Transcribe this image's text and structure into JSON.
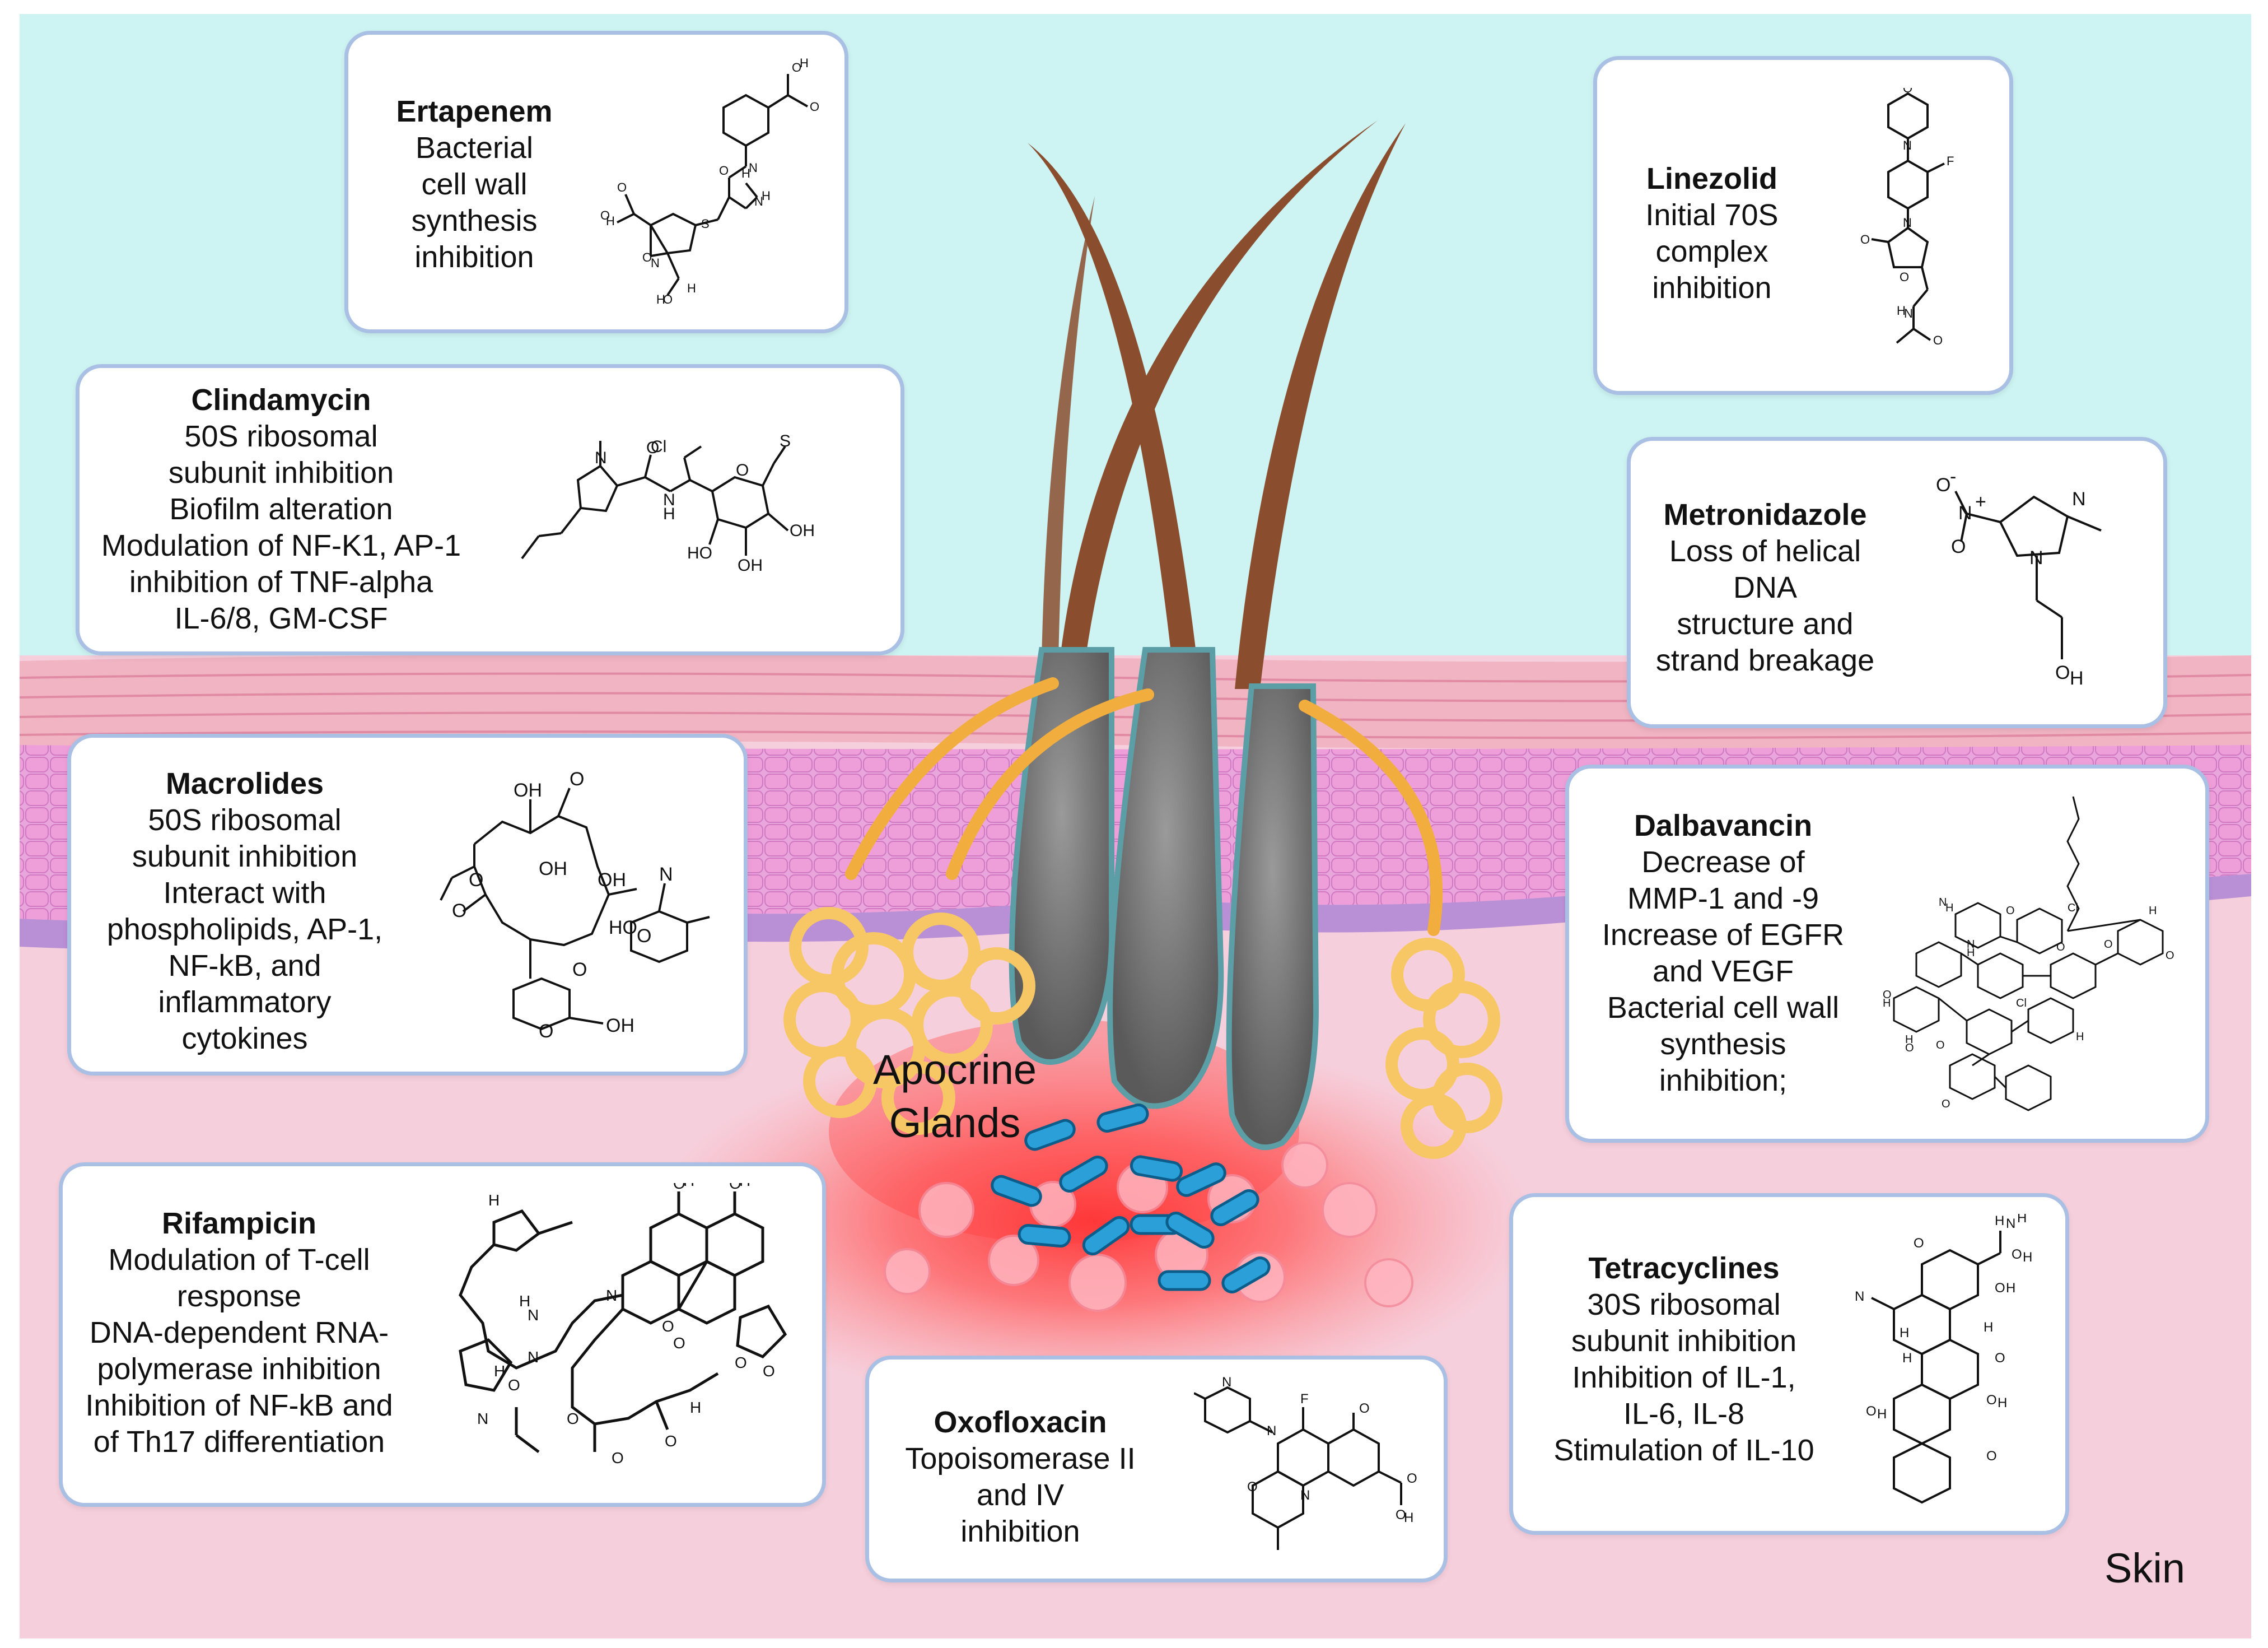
{
  "scene": {
    "label_apocrine": [
      "Apocrine",
      "Glands"
    ],
    "label_skin": "Skin"
  },
  "drugs": [
    {
      "name": "Ertapenem",
      "lines": [
        "Bacterial",
        "cell wall",
        "synthesis",
        "inhibition"
      ]
    },
    {
      "name": "Linezolid",
      "lines": [
        "Initial 70S",
        "complex",
        "inhibition"
      ]
    },
    {
      "name": "Clindamycin",
      "lines": [
        "50S ribosomal",
        "subunit inhibition",
        "Biofilm alteration",
        "Modulation of NF-K1, AP-1",
        "inhibition of TNF-alpha",
        "IL-6/8, GM-CSF"
      ]
    },
    {
      "name": "Metronidazole",
      "lines": [
        "Loss of helical",
        "DNA",
        "structure and",
        "strand breakage"
      ]
    },
    {
      "name": "Macrolides",
      "lines": [
        "50S ribosomal",
        "subunit inhibition",
        "Interact with",
        "phospholipids, AP-1,",
        "NF-kB, and",
        "inflammatory",
        "cytokines"
      ]
    },
    {
      "name": "Dalbavancin",
      "lines": [
        "Decrease of",
        "MMP-1 and -9",
        "Increase of EGFR",
        "and VEGF",
        "Bacterial cell wall",
        "synthesis",
        "inhibition;"
      ]
    },
    {
      "name": "Rifampicin",
      "lines": [
        "Modulation of T-cell",
        "response",
        "DNA-dependent RNA-",
        "polymerase inhibition",
        "Inhibition of NF-kB and",
        "of Th17 differentiation"
      ]
    },
    {
      "name": "Tetracyclines",
      "lines": [
        "30S ribosomal",
        "subunit inhibition",
        "Inhibition of IL-1,",
        "IL-6, IL-8",
        "Stimulation of IL-10"
      ]
    },
    {
      "name": "Oxofloxacin",
      "lines": [
        "Topoisomerase II",
        "and IV",
        "inhibition"
      ]
    }
  ],
  "molecule_labels": {
    "ertapenem": [
      "O",
      "H",
      "O",
      "H",
      "N",
      "O",
      "N",
      "H",
      "S",
      "N",
      "H",
      "O",
      "O",
      "H",
      "O",
      "H",
      "O"
    ],
    "linezolid": [
      "O",
      "N",
      "F",
      "O",
      "N",
      "O",
      "H",
      "N",
      "O"
    ],
    "clindamycin": [
      "N",
      "O",
      "N",
      "H",
      "Cl",
      "O",
      "S",
      "HO",
      "OH",
      "OH"
    ],
    "metronidazole": [
      "N",
      "O",
      "-",
      "N",
      "+",
      "N",
      "O",
      "O",
      "H"
    ],
    "macrolides": [
      "OH",
      "O",
      "OH",
      "OH",
      "N",
      "O",
      "O",
      "O",
      "HO",
      "O",
      "O",
      "OH"
    ],
    "rifampicin": [
      "H",
      "O",
      "H",
      "O",
      "H",
      "N",
      "H",
      "N",
      "O",
      "O",
      "O",
      "O",
      "N",
      "H",
      "O",
      "O",
      "H",
      "O",
      "N",
      "O"
    ],
    "tetracyclines": [
      "H",
      "N",
      "H",
      "O",
      "N",
      "O",
      "H",
      "O",
      "H",
      "H",
      "H",
      "O",
      "H",
      "O",
      "H",
      "O",
      "H",
      "O"
    ],
    "oxofloxacin": [
      "N",
      "N",
      "F",
      "O",
      "O",
      "N",
      "O",
      "O",
      "H"
    ],
    "dalbavancin": [
      "N",
      "H",
      "O",
      "Cl",
      "O",
      "H",
      "O",
      "N",
      "H",
      "O",
      "O",
      "H",
      "Cl",
      "O",
      "H",
      "O",
      "H",
      "O"
    ]
  },
  "colors": {
    "sky": "#cdf3f3",
    "epidermis": "#f2bccb",
    "dermis": "#f6cfdc",
    "basal_layer": "#e5a1d5",
    "hair": "#8a4e2e",
    "follicle": "#6d6d6d",
    "gland": "#f4b84c",
    "bacteria": "#2a9fd8",
    "inflammation": "#ff4a4a",
    "box_border": "#a9c0e4"
  }
}
